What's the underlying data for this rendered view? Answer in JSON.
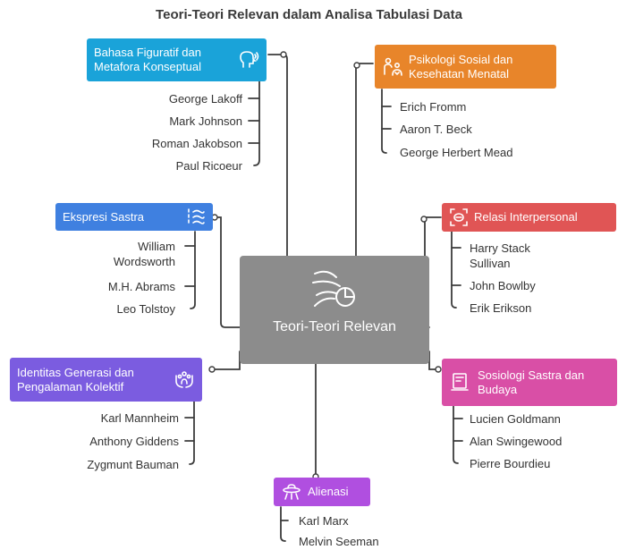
{
  "title": "Teori-Teori Relevan dalam Analisa Tabulasi Data",
  "center": {
    "label": "Teori-Teori Relevan",
    "icon": "wind-chart-icon",
    "color": "#8c8c8c"
  },
  "branches": {
    "bahasa": {
      "label": "Bahasa Figuratif dan Metafora Konseptual",
      "icon": "speech-head-icon",
      "color": "#1aa3d9",
      "items": [
        "George Lakoff",
        "Mark Johnson",
        "Roman Jakobson",
        "Paul Ricoeur"
      ]
    },
    "psikologi": {
      "label": "Psikologi Sosial dan Kesehatan Menatal",
      "icon": "people-heart-icon",
      "color": "#e8852a",
      "items": [
        "Erich Fromm",
        "Aaron T. Beck",
        "George Herbert Mead"
      ]
    },
    "ekspresi": {
      "label": "Ekspresi Sastra",
      "icon": "text-waves-icon",
      "color": "#3f80e0",
      "items": [
        "William Wordsworth",
        "M.H. Abrams",
        "Leo Tolstoy"
      ]
    },
    "relasi": {
      "label": "Relasi Interpersonal",
      "icon": "focus-coin-icon",
      "color": "#e05555",
      "items": [
        "Harry Stack Sullivan",
        "John Bowlby",
        "Erik Erikson"
      ]
    },
    "identitas": {
      "label": "Identitas Generasi dan Pengalaman Kolektif",
      "icon": "hands-group-icon",
      "color": "#7b5ce0",
      "items": [
        "Karl Mannheim",
        "Anthony Giddens",
        "Zygmunt Bauman"
      ]
    },
    "sosiologi": {
      "label": "Sosiologi Sastra dan Budaya",
      "icon": "book-screen-icon",
      "color": "#d94fa6",
      "items": [
        "Lucien Goldmann",
        "Alan Swingewood",
        "Pierre Bourdieu"
      ]
    },
    "alienasi": {
      "label": "Alienasi",
      "icon": "ufo-icon",
      "color": "#b04fe0",
      "items": [
        "Karl Marx",
        "Melvin Seeman"
      ]
    }
  }
}
